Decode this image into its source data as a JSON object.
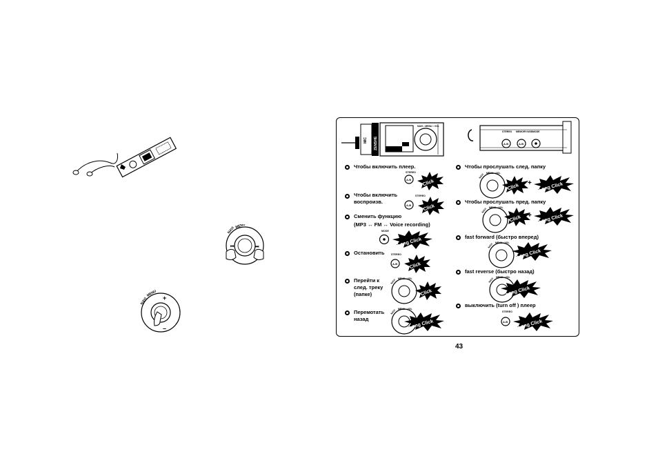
{
  "page_number": "43",
  "labels": {
    "stereo": "STEREO",
    "memory_usb": "MEMORY/USB",
    "mode": "MODE",
    "ab": "A-B",
    "navi_menu_vol": "NAVI • MENU • VOL",
    "navi_menu": "NAVI • MENU",
    "click": "Click",
    "long_click": "Long Click"
  },
  "instructions_left": [
    {
      "text": "Чтобы включить плеер."
    },
    {
      "text": "Чтобы включить",
      "text2": "воспроизв."
    },
    {
      "text": "Сменить функцию",
      "text2": "(MP3 ↔ FM ↔ Voice recording)"
    },
    {
      "text": "Остановить"
    },
    {
      "text": "Перейти к",
      "text2": "след. треку",
      "text3": "(папке)"
    },
    {
      "text": "Перемотать",
      "text2": "назад"
    }
  ],
  "instructions_right": [
    {
      "text": "Чтобы прослушать след. папку"
    },
    {
      "text": "Чтобы прослушать пред. папку"
    },
    {
      "text": "fast forward (быстро вперед)"
    },
    {
      "text": "fast reverse (быстро назад)"
    },
    {
      "text": "выключить (turn off ) плеер"
    }
  ],
  "plus_sign": "+"
}
